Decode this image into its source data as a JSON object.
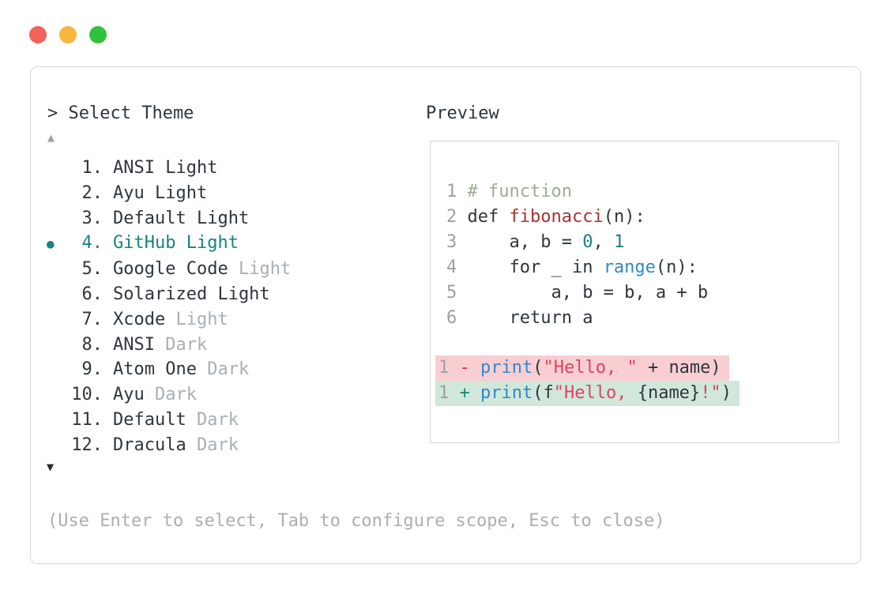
{
  "window": {
    "traffic_lights": [
      {
        "name": "close",
        "color": "#f2615a"
      },
      {
        "name": "minimize",
        "color": "#f5b73d"
      },
      {
        "name": "zoom",
        "color": "#31c13f"
      }
    ]
  },
  "picker": {
    "title": "> Select Theme",
    "scroll_up": "▲",
    "scroll_down": "▼",
    "selected_marker": "●",
    "items": [
      {
        "number": "1.",
        "name": "ANSI Light",
        "suffix": "",
        "selected": false
      },
      {
        "number": "2.",
        "name": "Ayu Light",
        "suffix": "",
        "selected": false
      },
      {
        "number": "3.",
        "name": "Default Light",
        "suffix": "",
        "selected": false
      },
      {
        "number": "4.",
        "name": "GitHub Light",
        "suffix": "",
        "selected": true
      },
      {
        "number": "5.",
        "name": "Google Code",
        "suffix": "Light",
        "selected": false
      },
      {
        "number": "6.",
        "name": "Solarized Light",
        "suffix": "",
        "selected": false
      },
      {
        "number": "7.",
        "name": "Xcode",
        "suffix": "Light",
        "selected": false
      },
      {
        "number": "8.",
        "name": "ANSI",
        "suffix": "Dark",
        "selected": false
      },
      {
        "number": "9.",
        "name": "Atom One",
        "suffix": "Dark",
        "selected": false
      },
      {
        "number": "10.",
        "name": "Ayu",
        "suffix": "Dark",
        "selected": false
      },
      {
        "number": "11.",
        "name": "Default",
        "suffix": "Dark",
        "selected": false
      },
      {
        "number": "12.",
        "name": "Dracula",
        "suffix": "Dark",
        "selected": false
      }
    ],
    "hint": "(Use Enter to select, Tab to configure scope, Esc to close)"
  },
  "preview": {
    "title": "Preview",
    "code_lines": [
      {
        "no": "1",
        "tokens": [
          {
            "t": "# function",
            "c": "comment"
          }
        ]
      },
      {
        "no": "2",
        "tokens": [
          {
            "t": "def ",
            "c": "plain"
          },
          {
            "t": "fibonacci",
            "c": "func"
          },
          {
            "t": "(n):",
            "c": "plain"
          }
        ]
      },
      {
        "no": "3",
        "tokens": [
          {
            "t": "    a, b = ",
            "c": "plain"
          },
          {
            "t": "0",
            "c": "num"
          },
          {
            "t": ", ",
            "c": "plain"
          },
          {
            "t": "1",
            "c": "num"
          }
        ]
      },
      {
        "no": "4",
        "tokens": [
          {
            "t": "    for _ in ",
            "c": "plain"
          },
          {
            "t": "range",
            "c": "builtin"
          },
          {
            "t": "(n):",
            "c": "plain"
          }
        ]
      },
      {
        "no": "5",
        "tokens": [
          {
            "t": "        a, b = b, a + b",
            "c": "plain"
          }
        ]
      },
      {
        "no": "6",
        "tokens": [
          {
            "t": "    return a",
            "c": "plain"
          }
        ]
      }
    ],
    "diff_lines": [
      {
        "no": "1",
        "kind": "deletion",
        "marker": "-",
        "tokens": [
          {
            "t": "print",
            "c": "builtin"
          },
          {
            "t": "(",
            "c": "plain"
          },
          {
            "t": "\"Hello, \"",
            "c": "string"
          },
          {
            "t": " + name)",
            "c": "plain"
          }
        ]
      },
      {
        "no": "1",
        "kind": "addition",
        "marker": "+",
        "tokens": [
          {
            "t": "print",
            "c": "builtin"
          },
          {
            "t": "(f",
            "c": "plain"
          },
          {
            "t": "\"Hello, ",
            "c": "string"
          },
          {
            "t": "{name}",
            "c": "plain"
          },
          {
            "t": "!\"",
            "c": "string"
          },
          {
            "t": ")",
            "c": "plain"
          }
        ]
      }
    ]
  },
  "colors": {
    "accent_teal": "#17837d",
    "text_dark": "#2f363c",
    "text_gray": "#a9afb4",
    "line_number_gray": "#9aa0a6",
    "comment_green_gray": "#a0aa99",
    "function_red": "#a8322f",
    "number_teal": "#1c7e85",
    "builtin_blue": "#3389c9",
    "string_red": "#de4560",
    "diff_delete_marker": "#d4364d",
    "diff_add_marker": "#1a8678",
    "diff_delete_bg": "#f8ced3",
    "diff_add_bg": "#d1e7d9",
    "panel_border": "#d6d8da"
  }
}
